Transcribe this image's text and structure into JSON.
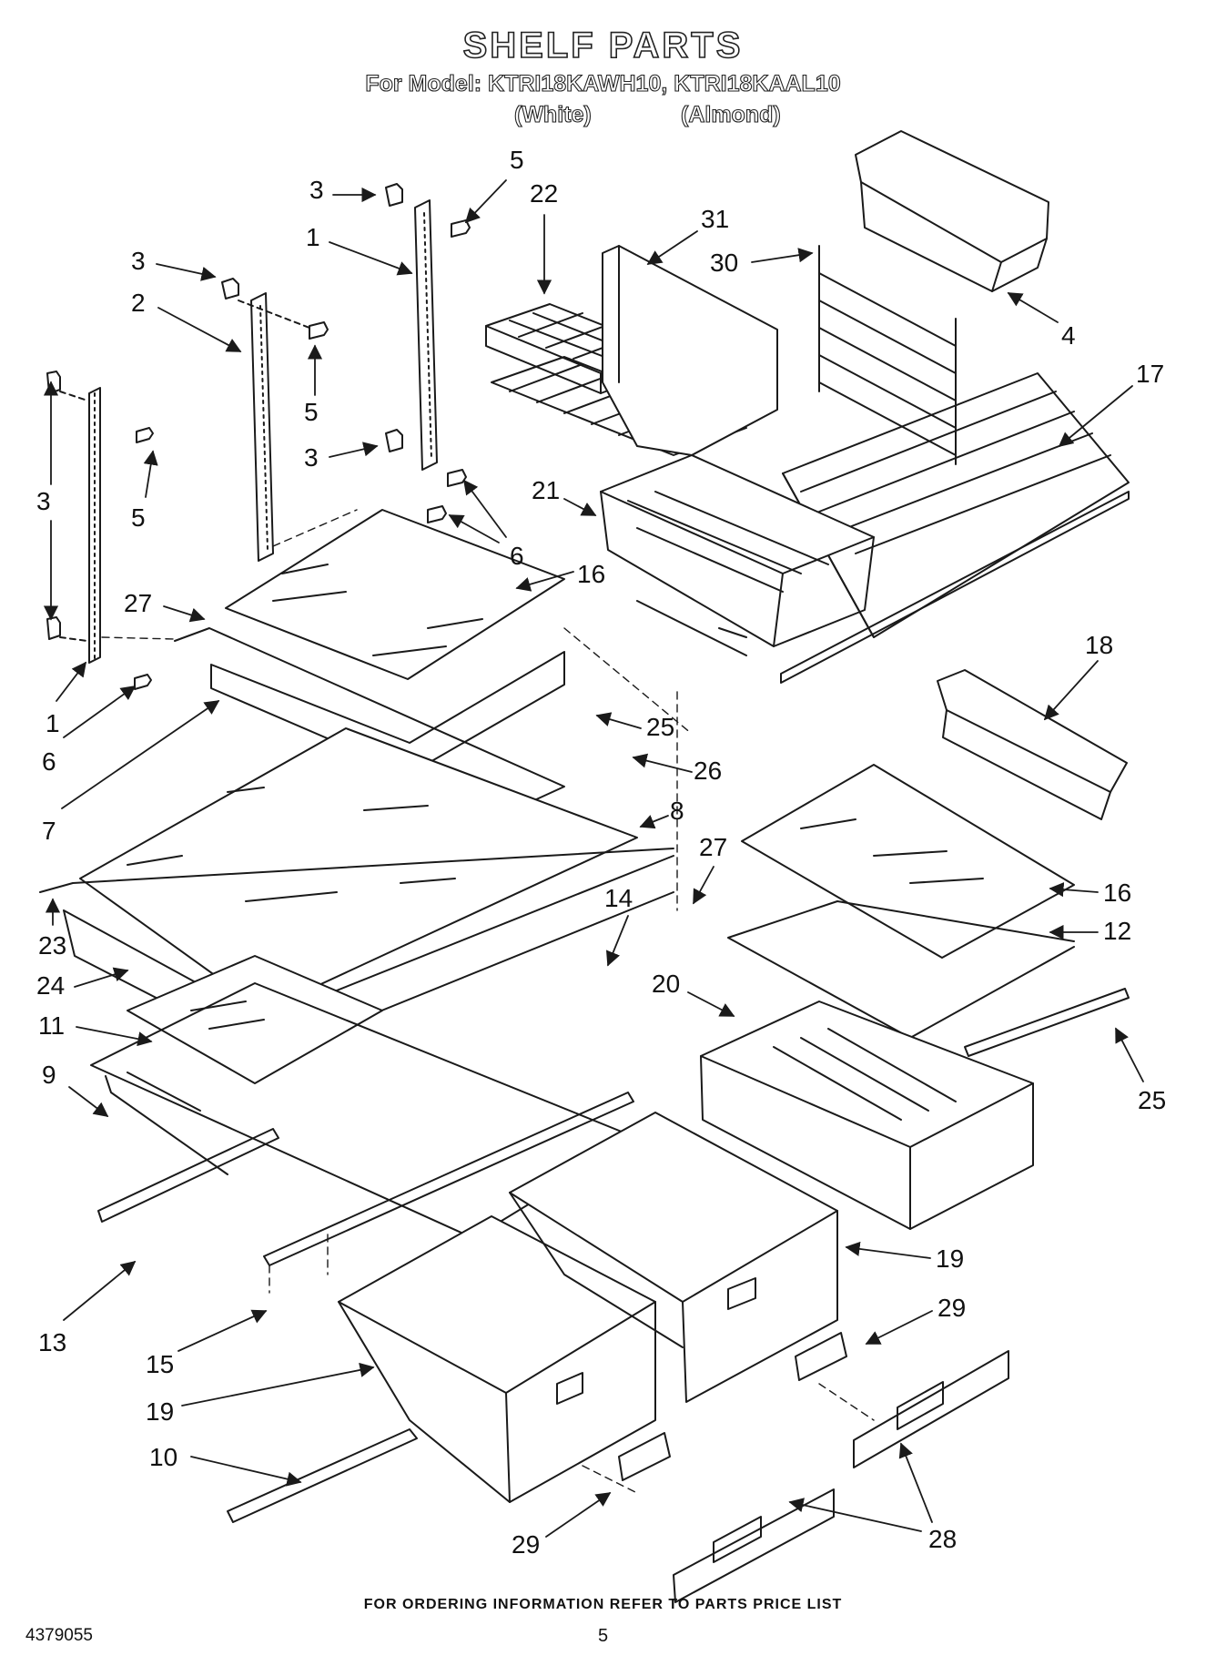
{
  "title": "SHELF PARTS",
  "subtitle": "For Model: KTRI18KAWH10, KTRI18KAAL10",
  "variants": [
    "(White)",
    "(Almond)"
  ],
  "footer": "FOR ORDERING INFORMATION REFER TO PARTS PRICE LIST",
  "doc_number": "4379055",
  "page_number": "5",
  "part_labels": [
    {
      "id": "callout-3-a",
      "text": "3"
    },
    {
      "id": "callout-5-a",
      "text": "5"
    },
    {
      "id": "callout-22",
      "text": "22"
    },
    {
      "id": "callout-1-a",
      "text": "1"
    },
    {
      "id": "callout-31",
      "text": "31"
    },
    {
      "id": "callout-30",
      "text": "30"
    },
    {
      "id": "callout-3-b",
      "text": "3"
    },
    {
      "id": "callout-2",
      "text": "2"
    },
    {
      "id": "callout-4",
      "text": "4"
    },
    {
      "id": "callout-5-b",
      "text": "5"
    },
    {
      "id": "callout-17",
      "text": "17"
    },
    {
      "id": "callout-3-c",
      "text": "3"
    },
    {
      "id": "callout-3-d",
      "text": "3"
    },
    {
      "id": "callout-21",
      "text": "21"
    },
    {
      "id": "callout-5-c",
      "text": "5"
    },
    {
      "id": "callout-6-a",
      "text": "6"
    },
    {
      "id": "callout-16-a",
      "text": "16"
    },
    {
      "id": "callout-27-a",
      "text": "27"
    },
    {
      "id": "callout-18",
      "text": "18"
    },
    {
      "id": "callout-1-b",
      "text": "1"
    },
    {
      "id": "callout-25-a",
      "text": "25"
    },
    {
      "id": "callout-6-b",
      "text": "6"
    },
    {
      "id": "callout-26",
      "text": "26"
    },
    {
      "id": "callout-7",
      "text": "7"
    },
    {
      "id": "callout-8",
      "text": "8"
    },
    {
      "id": "callout-27-b",
      "text": "27"
    },
    {
      "id": "callout-16-b",
      "text": "16"
    },
    {
      "id": "callout-14",
      "text": "14"
    },
    {
      "id": "callout-12",
      "text": "12"
    },
    {
      "id": "callout-23",
      "text": "23"
    },
    {
      "id": "callout-24",
      "text": "24"
    },
    {
      "id": "callout-20",
      "text": "20"
    },
    {
      "id": "callout-11",
      "text": "11"
    },
    {
      "id": "callout-25-b",
      "text": "25"
    },
    {
      "id": "callout-9",
      "text": "9"
    },
    {
      "id": "callout-19-a",
      "text": "19"
    },
    {
      "id": "callout-13",
      "text": "13"
    },
    {
      "id": "callout-29-a",
      "text": "29"
    },
    {
      "id": "callout-15",
      "text": "15"
    },
    {
      "id": "callout-19-b",
      "text": "19"
    },
    {
      "id": "callout-10",
      "text": "10"
    },
    {
      "id": "callout-29-b",
      "text": "29"
    },
    {
      "id": "callout-28",
      "text": "28"
    }
  ]
}
